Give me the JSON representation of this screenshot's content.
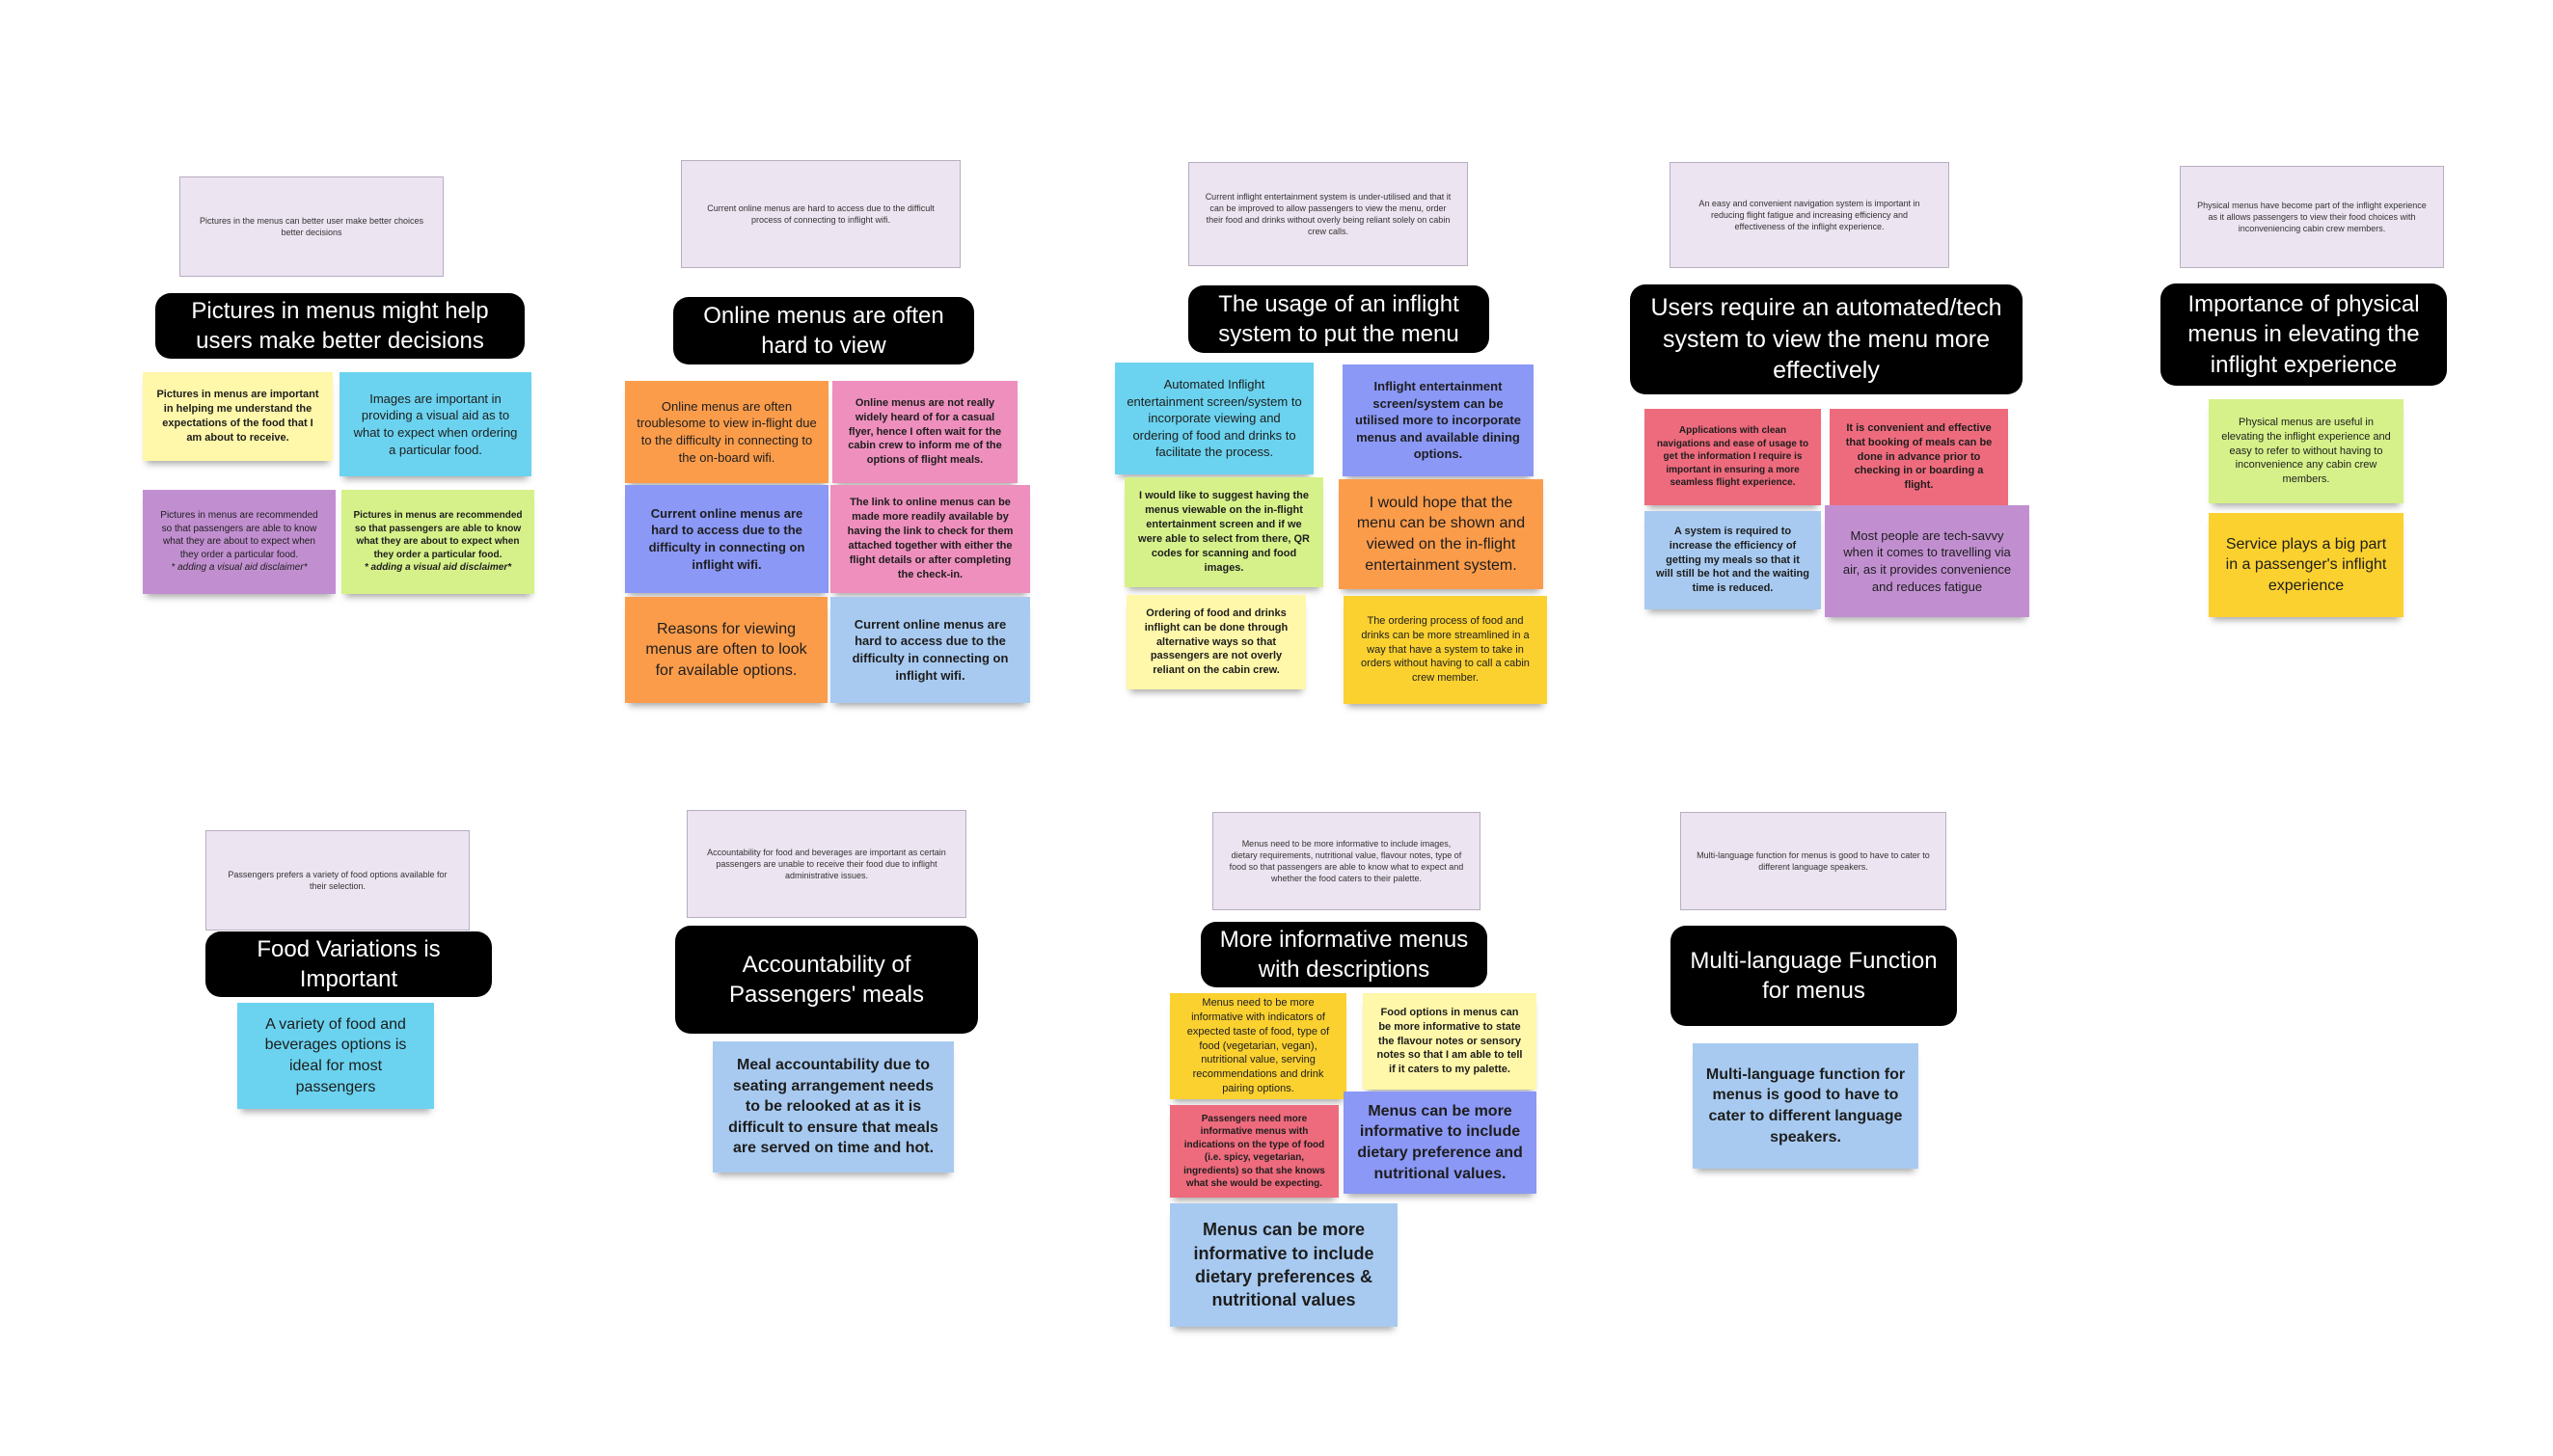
{
  "clusters": [
    {
      "summary": "Pictures in the menus can better user make better choices better decisions",
      "header": "Pictures in menus might help users make better decisions",
      "notes": [
        "Pictures in menus are important in helping me understand the expectations of the food that I am about to receive.",
        "Images are important in providing a visual aid as to what to expect when ordering a particular food.",
        "Pictures in menus are recommended so that passengers are able to know what they are about to expect when they order a particular food.",
        "Pictures in menus are recommended so that passengers are able to know what they are about to expect when they order a particular food."
      ],
      "note_suffixes": [
        "* adding a visual aid disclaimer*",
        "* adding a visual aid disclaimer*"
      ]
    },
    {
      "summary": "Current online menus are hard to access due to the difficult process of connecting to inflight wifi.",
      "header": "Online menus are often hard to view",
      "notes": [
        "Online menus are often troublesome to view in-flight due to the difficulty in connecting to the on-board wifi.",
        "Online menus are not really widely heard of for a casual flyer, hence I often wait for the cabin crew to inform me of the options of flight meals.",
        "Current online menus are hard to access due to the difficulty in connecting on inflight wifi.",
        "The link to online menus can be made more readily available by having the link to check for them attached together with either the flight details or after completing the check-in.",
        "Reasons for viewing menus are often to look for available options.",
        "Current online menus are hard to access due to the difficulty in connecting on inflight wifi."
      ]
    },
    {
      "summary": "Current inflight entertainment system is under-utilised and that it can be improved to allow passengers to view the menu, order their food and drinks without overly being reliant solely on cabin crew calls.",
      "header": "The usage of an inflight system to put the menu",
      "notes": [
        "Automated Inflight entertainment screen/system to incorporate viewing and ordering of food and drinks to facilitate the process.",
        "Inflight entertainment screen/system can be utilised more to incorporate menus and available dining options.",
        "I would like to suggest having the menus viewable on the in-flight entertainment screen and if we were able to select from there, QR codes for scanning and food images.",
        "I would hope that the menu can be shown and viewed on the in-flight entertainment system.",
        "Ordering of food and drinks inflight can be done through alternative ways so that passengers are not overly reliant on the cabin crew.",
        "The ordering process of food and drinks can be more streamlined in a way that have a system to take in orders without having to call a cabin crew member."
      ]
    },
    {
      "summary": "An easy and convenient navigation system is important in reducing flight fatigue and increasing efficiency and effectiveness of the inflight experience.",
      "header": "Users require an automated/tech system to view the menu more effectively",
      "notes": [
        "Applications with clean navigations and ease of usage to get the information I require is important in ensuring a more seamless flight experience.",
        "It is convenient and effective that booking of meals can be done in advance prior to checking in or boarding a flight.",
        "A system is required to increase the efficiency of getting my meals so that it will still be hot and the waiting time is reduced.",
        "Most people are tech-savvy when it comes to travelling via air, as it provides convenience and reduces fatigue"
      ]
    },
    {
      "summary": "Physical menus have become part of the inflight experience as it allows passengers to view their food choices with inconveniencing cabin crew members.",
      "header": "Importance of physical menus in elevating the inflight experience",
      "notes": [
        "Physical menus are useful in elevating the inflight experience and easy to refer to without having to inconvenience any cabin crew members.",
        "Service plays a big part in a passenger's inflight experience"
      ]
    },
    {
      "summary": "Passengers prefers a variety of food options available for their selection.",
      "header": "Food Variations is Important",
      "notes": [
        "A variety of food and beverages options is ideal for most passengers"
      ]
    },
    {
      "summary": "Accountability for food and beverages are important as certain passengers are unable to receive their food due to inflight administrative issues.",
      "header": "Accountability of Passengers' meals",
      "notes": [
        "Meal accountability due to seating arrangement needs to be relooked at as it is difficult to ensure that meals are served on time and hot."
      ]
    },
    {
      "summary": "Menus need to be more informative to include images, dietary requirements, nutritional value, flavour notes, type of food so that passengers are able to know what to expect and whether the food caters to their palette.",
      "header": "More informative menus with descriptions",
      "notes": [
        "Menus need to be more informative with indicators of expected taste of food, type of food (vegetarian, vegan), nutritional value, serving recommendations and drink pairing options.",
        "Food options in menus can be more informative to state the flavour notes or sensory notes so that I am able to tell if it caters to my palette.",
        "Passengers need more informative menus with indications on the type of food (i.e. spicy, vegetarian, ingredients) so that she knows what she would be expecting.",
        "Menus can be more informative to include dietary preference and nutritional values.",
        "Menus can be more informative to include dietary preferences & nutritional values"
      ]
    },
    {
      "summary": "Multi-language function for menus is good to have to cater to different language speakers.",
      "header": "Multi-language Function for menus",
      "notes": [
        "Multi-language function for menus is good to have to cater to different language speakers."
      ]
    }
  ]
}
